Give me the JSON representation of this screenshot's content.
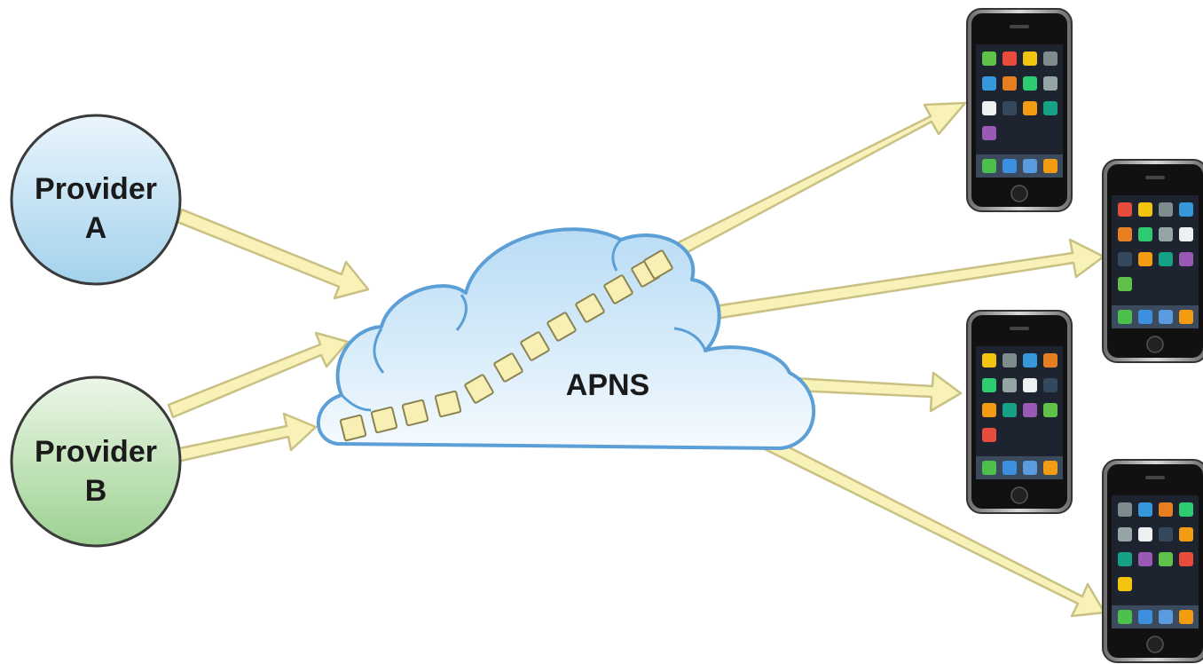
{
  "providers": [
    {
      "line1": "Provider",
      "line2": "A",
      "fill_top": "#e6f3fb",
      "fill_bottom": "#9fd0ea"
    },
    {
      "line1": "Provider",
      "line2": "B",
      "fill_top": "#e9f6e4",
      "fill_bottom": "#9bd08f"
    }
  ],
  "cloud": {
    "label": "APNS",
    "fill_top": "#cfe7f8",
    "fill_bottom": "#f3f9fe",
    "stroke": "#5b9fd6"
  },
  "arrow_color": "#f8f2b8",
  "arrow_stroke": "#c9c184",
  "packet_color": "#f7efb4",
  "device_count": 4
}
